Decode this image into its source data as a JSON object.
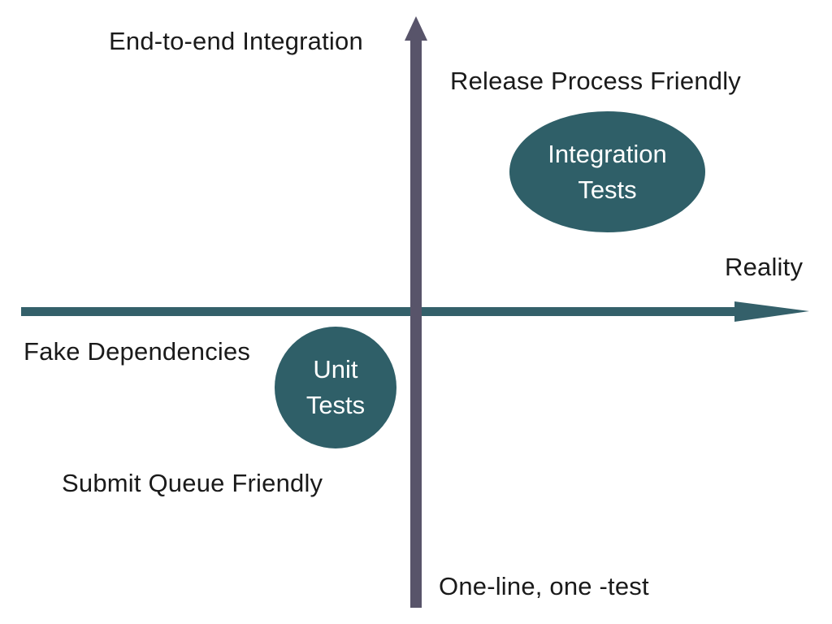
{
  "colors": {
    "horizontal_axis": "#34606a",
    "vertical_axis": "#58546a",
    "bubble_fill": "#2f5f68",
    "bubble_text": "#ffffff",
    "label_text": "#1a1a1a"
  },
  "axis_labels": {
    "top": "End-to-end Integration",
    "bottom": "One-line, one -test",
    "right": "Reality",
    "left": "Fake Dependencies"
  },
  "quadrant_labels": {
    "upper_right": "Release Process Friendly",
    "lower_left": "Submit Queue Friendly"
  },
  "bubbles": {
    "integration": {
      "line1": "Integration",
      "line2": "Tests"
    },
    "unit": {
      "line1": "Unit",
      "line2": "Tests"
    }
  }
}
